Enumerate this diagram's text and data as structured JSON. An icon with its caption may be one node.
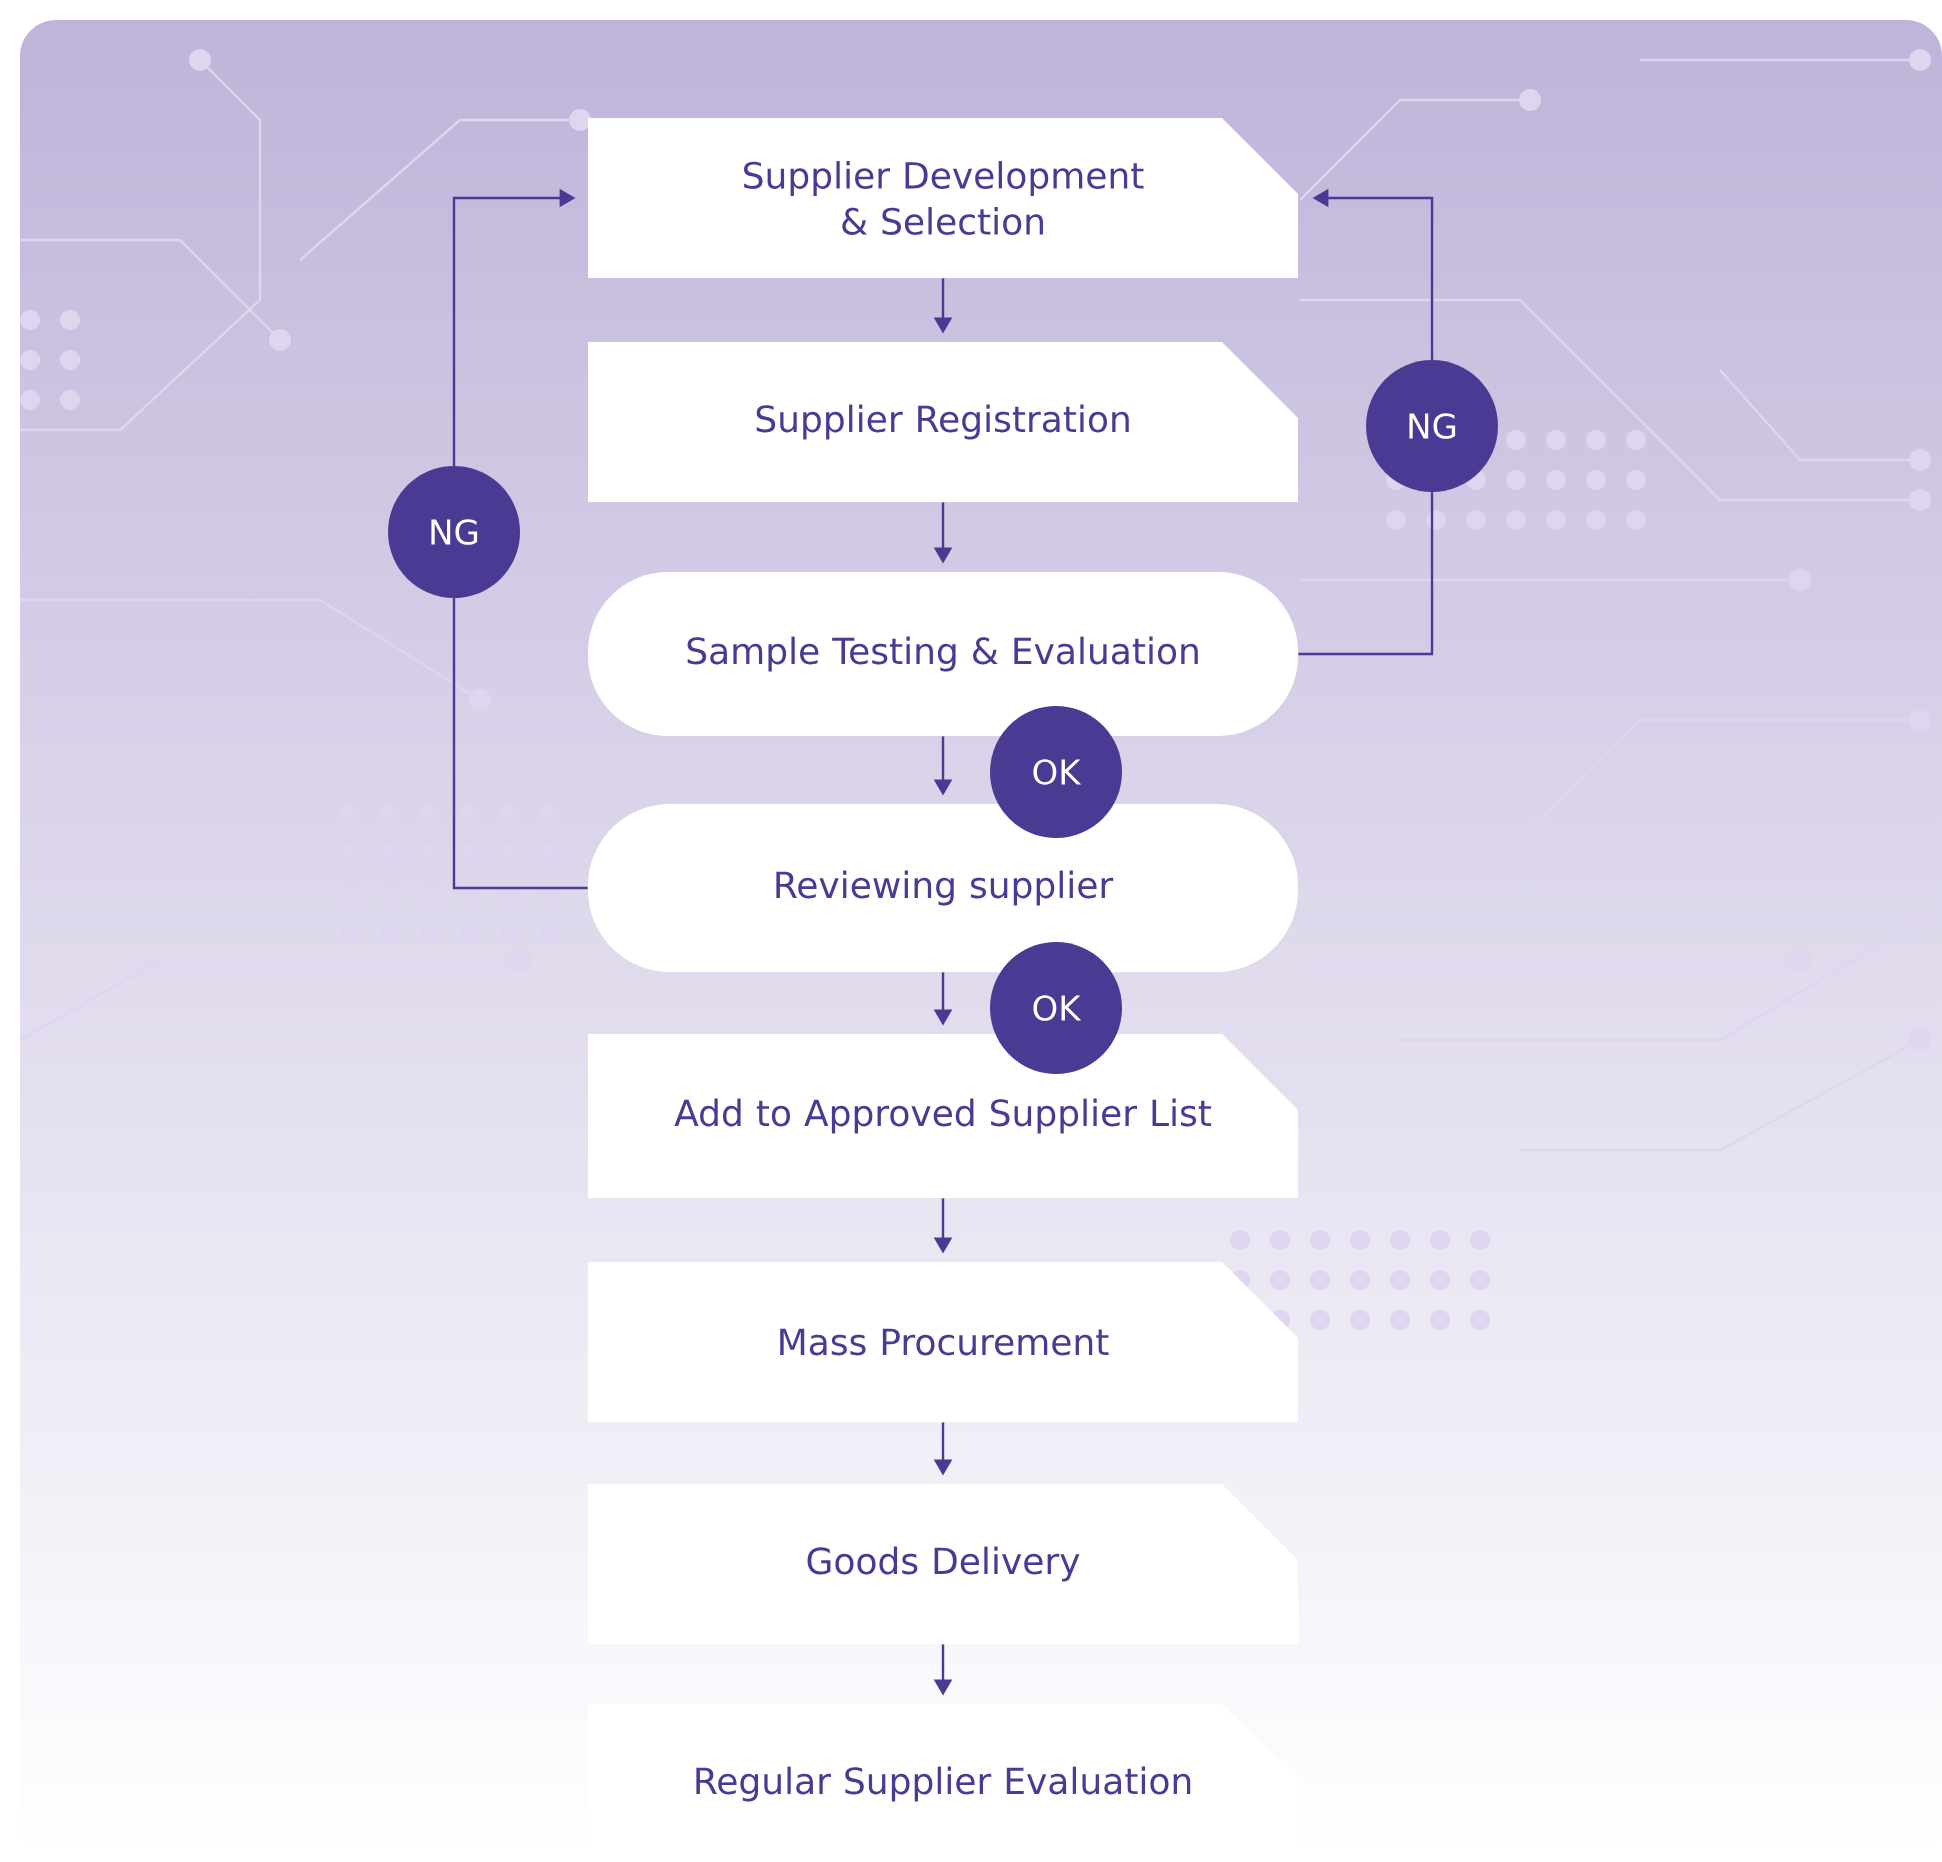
{
  "diagram": {
    "nodes": [
      {
        "text": [
          "Supplier Development & Selection"
        ]
      },
      {
        "text": [
          "Supplier Registration"
        ]
      },
      {
        "text": [
          "Sample Testing & Evaluation"
        ]
      },
      {
        "text": [
          "Reviewing supplier"
        ]
      },
      {
        "text": [
          "Add to Approved Supplier List"
        ]
      },
      {
        "text": [
          "Mass Procurement"
        ]
      },
      {
        "text": [
          "Goods Delivery"
        ]
      },
      {
        "text": [
          "Regular Supplier Evaluation"
        ]
      }
    ],
    "edges": [
      {
        "from": 0,
        "to": 1,
        "arrow": "to"
      },
      {
        "from": 1,
        "to": 2,
        "arrow": "to"
      },
      {
        "from": 2,
        "to": 3,
        "arrow": "to",
        "label": "OK"
      },
      {
        "from": 3,
        "to": 4,
        "arrow": "to",
        "label": "OK"
      },
      {
        "from": 4,
        "to": 5,
        "arrow": "to"
      },
      {
        "from": 5,
        "to": 6,
        "arrow": "to"
      },
      {
        "from": 6,
        "to": 7,
        "arrow": "to"
      },
      {
        "from": 3,
        "to": 0,
        "arrow": "to",
        "label": "NG"
      },
      {
        "from": 2,
        "to": 0,
        "arrow": "to",
        "label": "NG"
      }
    ]
  }
}
